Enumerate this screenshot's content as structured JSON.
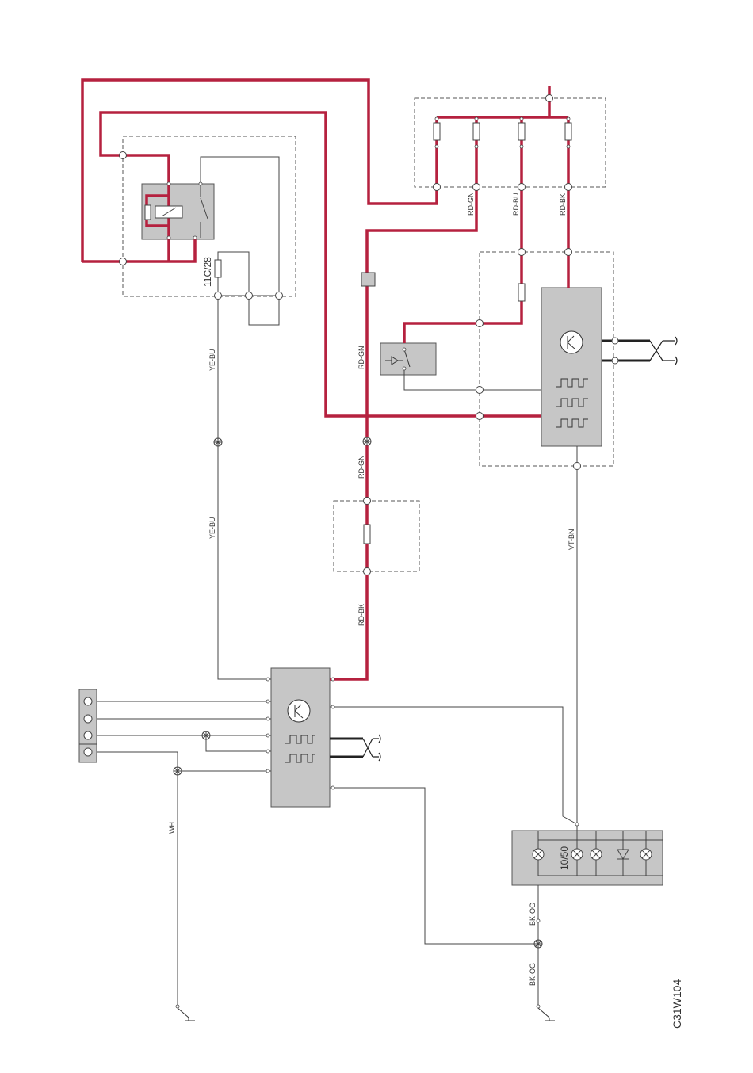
{
  "colors": {
    "power_wire": "#b5213f",
    "signal_wire": "#444444",
    "bus_wire": "#222222",
    "component_fill": "#c6c6c6",
    "background": "#ffffff"
  },
  "labels": {
    "fuse_code": "11C/28",
    "ye_bu_upper": "YE-BU",
    "ye_bu_lower": "YE-BU",
    "rd_gn_relay_feed": "RD-GN",
    "rd_bu": "RD-BU",
    "rd_bk_top": "RD-BK",
    "rd_gn_mid": "RD-GN",
    "rd_gn_lower": "RD-GN",
    "rd_bk_lower": "RD-BK",
    "vt_bn": "VT-BN",
    "wh": "WH",
    "bk_og_upper": "BK-OG",
    "bk_og_lower": "BK-OG",
    "lamp_code": "10/50",
    "drawing_code": "C31W104"
  }
}
